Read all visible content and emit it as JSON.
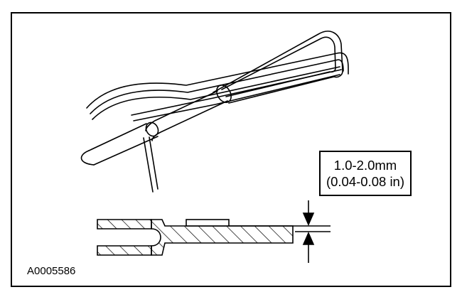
{
  "dimension": {
    "metric": "1.0-2.0mm",
    "imperial": "(0.04-0.08 in)"
  },
  "figure_id": "A0005586",
  "colors": {
    "line": "#000000",
    "background": "#ffffff"
  }
}
